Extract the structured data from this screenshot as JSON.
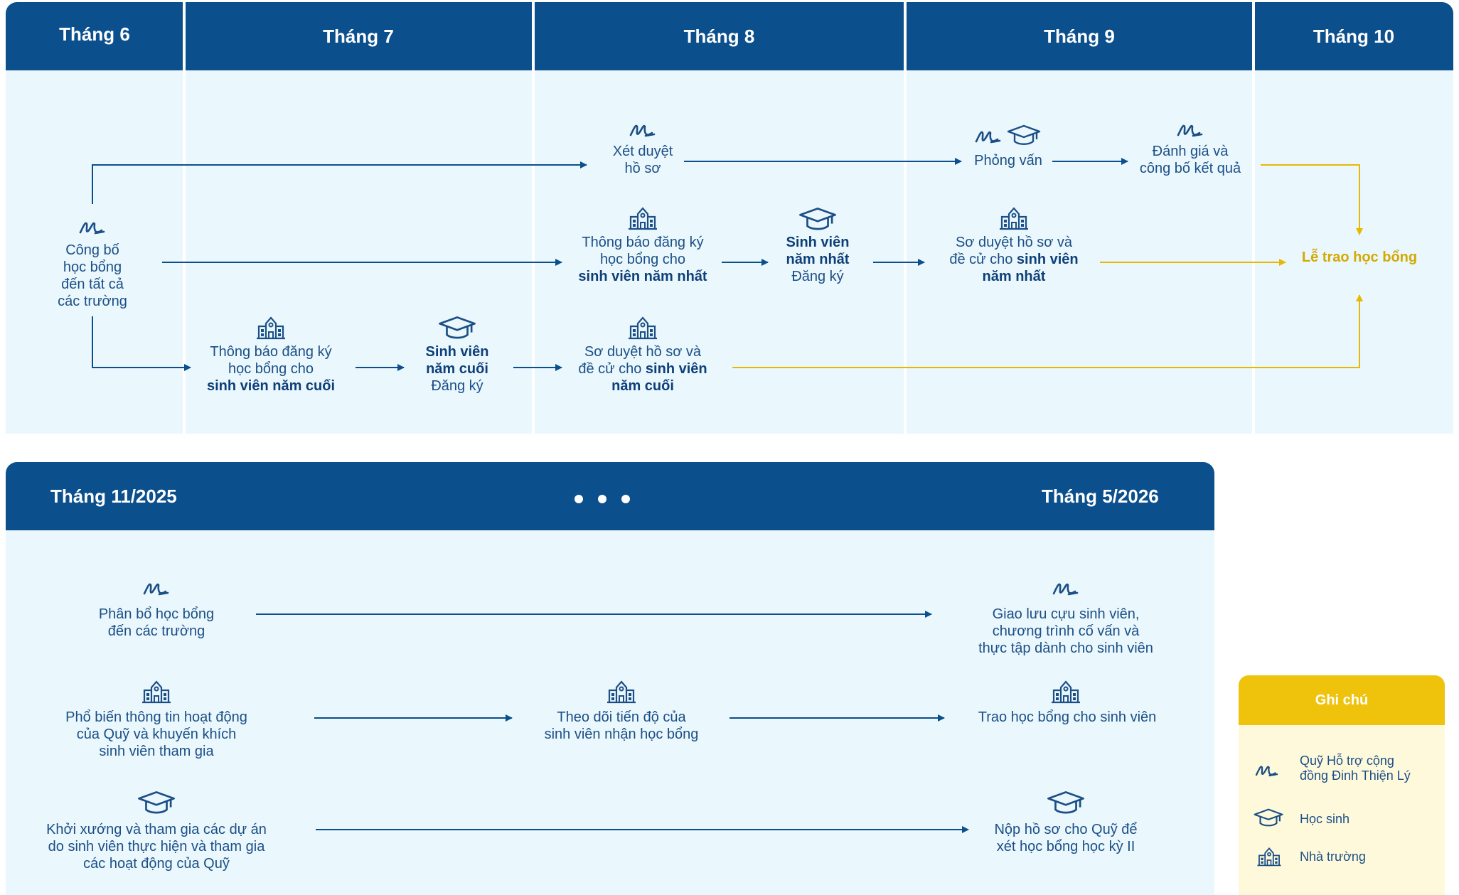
{
  "top": {
    "months": [
      "Tháng 6",
      "Tháng 7",
      "Tháng 8",
      "Tháng 9",
      "Tháng 10"
    ],
    "nodes": {
      "announce": [
        "Công bố",
        "học bổng",
        "đến tất cả",
        "các trường"
      ],
      "review": [
        "Xét duyệt",
        "hồ sơ"
      ],
      "interview": "Phỏng vấn",
      "evaluate": [
        "Đánh giá và",
        "công bố kết quả"
      ],
      "notify_first": [
        "Thông báo đăng ký",
        "học bổng cho",
        "sinh viên năm nhất"
      ],
      "register_first": [
        "Sinh viên",
        "năm nhất",
        "Đăng ký"
      ],
      "screen_first": [
        "Sơ duyệt hồ sơ và",
        "đề cử cho ",
        "sinh viên",
        "năm nhất"
      ],
      "ceremony": "Lễ trao học bổng",
      "notify_final": [
        "Thông báo đăng ký",
        "học bổng cho",
        "sinh viên năm cuối"
      ],
      "register_final": [
        "Sinh viên",
        "năm cuối",
        "Đăng ký"
      ],
      "screen_final": [
        "Sơ duyệt hồ sơ và",
        "đề cử cho ",
        "sinh viên",
        "năm cuối"
      ]
    }
  },
  "bottom": {
    "start": "Tháng 11/2025",
    "end": "Tháng 5/2026",
    "nodes": {
      "allocate": [
        "Phân bổ học bổng",
        "đến các trường"
      ],
      "alumni": [
        "Giao lưu cựu sinh viên,",
        "chương trình cố vấn và",
        "thực tập dành cho sinh viên"
      ],
      "disseminate": [
        "Phổ biến thông tin hoạt động",
        "của Quỹ và khuyến khích",
        "sinh viên tham gia"
      ],
      "track": [
        "Theo dõi tiến độ của",
        "sinh viên nhận học bổng"
      ],
      "award": "Trao học bổng cho sinh viên",
      "initiate": [
        "Khởi xướng và tham gia các dự án",
        "do sinh viên thực hiện và tham gia",
        "các hoạt động của Quỹ"
      ],
      "submit": [
        "Nộp hồ sơ cho Quỹ để",
        "xét học bổng học kỳ II"
      ]
    }
  },
  "legend": {
    "title": "Ghi chú",
    "fund": [
      "Quỹ Hỗ trợ cộng",
      "đồng Đinh Thiện Lý"
    ],
    "student": "Học sinh",
    "school": "Nhà trường"
  },
  "colors": {
    "navy": "#0b4f8c",
    "panel": "#eaf7fd",
    "gold": "#efc20c",
    "text": "#1b4f86"
  }
}
